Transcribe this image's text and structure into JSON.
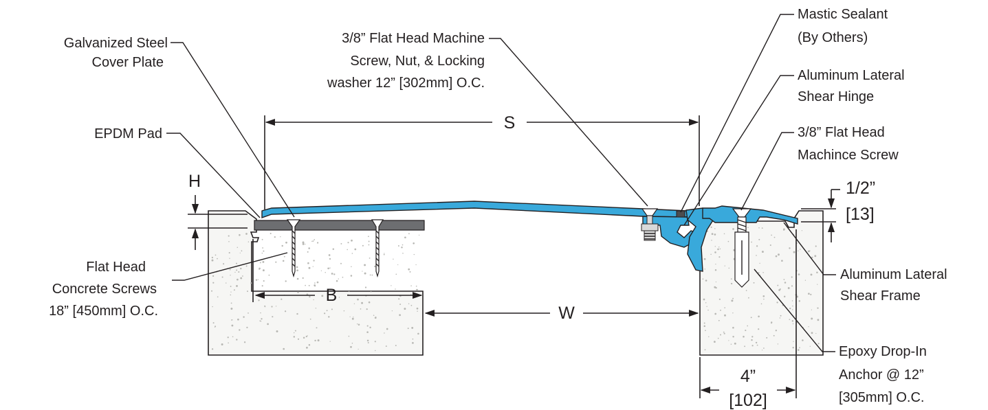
{
  "labels": {
    "cover_plate": [
      "Galvanized Steel",
      "Cover Plate"
    ],
    "machine_screw": [
      "3/8” Flat Head Machine",
      "Screw, Nut, & Locking",
      "washer 12” [302mm] O.C."
    ],
    "mastic": [
      "Mastic Sealant",
      "(By Others)"
    ],
    "hinge": [
      "Aluminum Lateral",
      "Shear Hinge"
    ],
    "flat_screw": [
      "3/8” Flat Head",
      "Machince Screw"
    ],
    "epdm": [
      "EPDM Pad"
    ],
    "concrete_screws": [
      "Flat Head",
      "Concrete Screws",
      "18” [450mm] O.C."
    ],
    "frame": [
      "Aluminum Lateral",
      "Shear Frame"
    ],
    "anchor": [
      "Epoxy Drop-In",
      "Anchor @ 12”",
      "[305mm] O.C."
    ]
  },
  "dimensions": {
    "S": "S",
    "H": "H",
    "B": "B",
    "W": "W",
    "half_inch": "1/2”",
    "half_inch_mm": "[13]",
    "four_inch": "4”",
    "four_inch_mm": "[102]"
  },
  "colors": {
    "aluminum": "#39a9db",
    "pad": "#6d6e71",
    "concrete": "#f6f6f4",
    "ink": "#231f20"
  }
}
